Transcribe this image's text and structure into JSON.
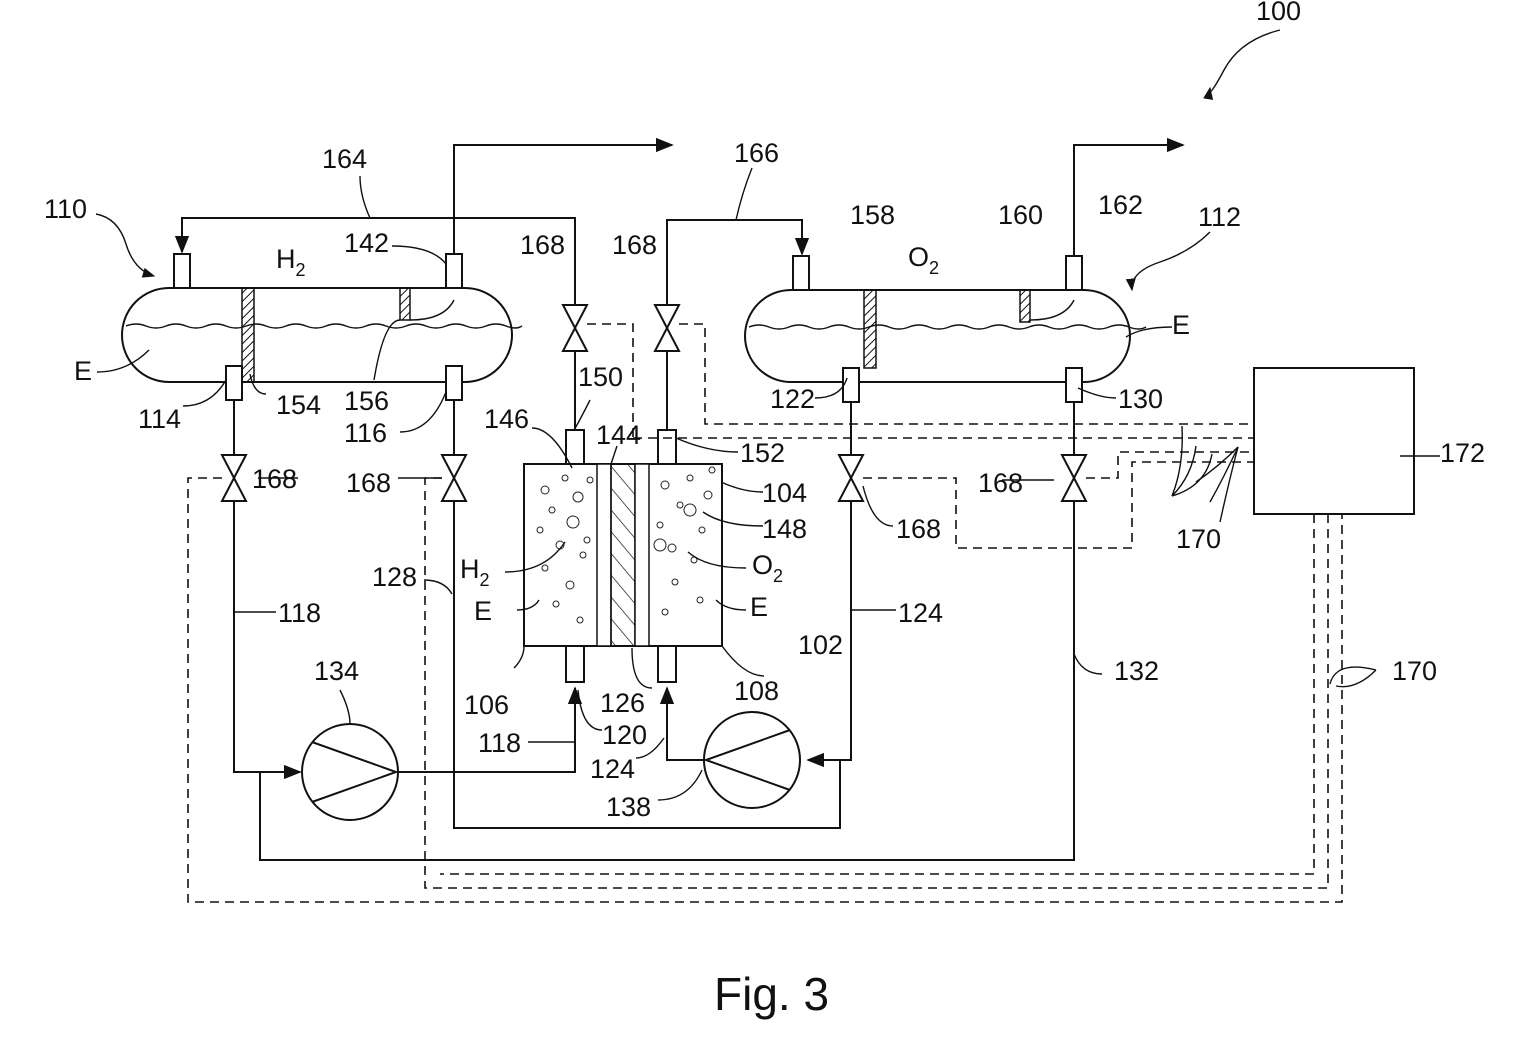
{
  "labels": {
    "l100": "100",
    "l110": "110",
    "l112": "112",
    "l164": "164",
    "l166": "166",
    "l142": "142",
    "lH2_tank": "H",
    "lO2_tank": "O",
    "l158": "158",
    "l160": "160",
    "l162": "162",
    "l168_a": "168",
    "l168_b": "168",
    "l168_c": "168",
    "l168_d": "168",
    "l168_e": "168",
    "l168_f": "168",
    "lE_left": "E",
    "lE_right": "E",
    "l114": "114",
    "l154": "154",
    "l156": "156",
    "l116": "116",
    "l150": "150",
    "l146": "146",
    "l144": "144",
    "l152": "152",
    "l104": "104",
    "l148": "148",
    "l122": "122",
    "l130": "130",
    "l170_a": "170",
    "l170_b": "170",
    "l172": "172",
    "l128": "128",
    "l118_a": "118",
    "l118_b": "118",
    "lH2_cell": "H",
    "lO2_cell": "O",
    "lE_cell_left": "E",
    "lE_cell_right": "E",
    "l124_a": "124",
    "l124_b": "124",
    "l102": "102",
    "l134": "134",
    "l106": "106",
    "l126": "126",
    "l108": "108",
    "l120": "120",
    "l132": "132",
    "l138": "138",
    "sub2": "2"
  },
  "caption": "Fig. 3"
}
